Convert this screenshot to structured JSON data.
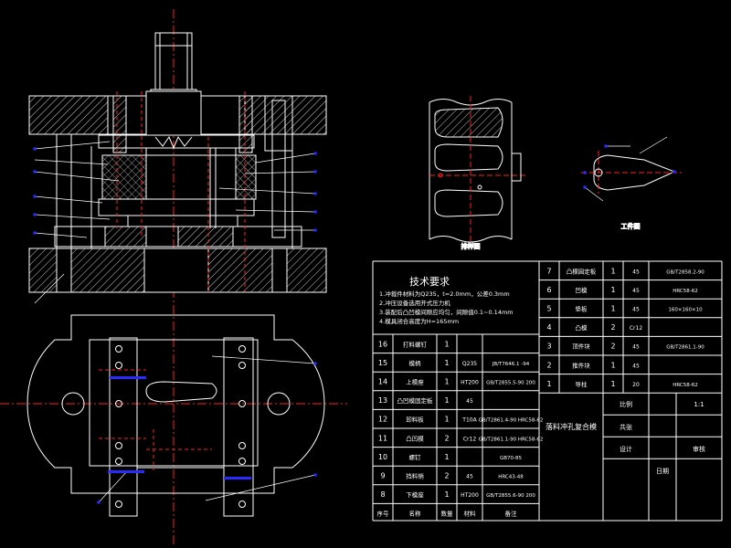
{
  "colors": {
    "background": "#000000",
    "outline": "#ffffff",
    "centerline": "#ff2020",
    "leader": "#ffffff",
    "marker": "#2a2aff",
    "hatch": "#ffffff"
  },
  "views": {
    "strip_layout_caption": "排样图",
    "part_caption": "工件图"
  },
  "tech": {
    "title": "技术要求",
    "lines": [
      "1.冲裁件材料为Q235，t=2.0mm，公差0.3mm",
      "2.冲压设备选用开式压力机",
      "3.装配后凸凹模间隙应均匀，间隙值0.1~0.14mm",
      "4.模具闭合高度为H=165mm"
    ]
  },
  "bom_left": [
    {
      "no": "16",
      "name": "打料螺钉",
      "qty": "1",
      "mat": "",
      "spec": ""
    },
    {
      "no": "15",
      "name": "模柄",
      "qty": "1",
      "mat": "Q235",
      "spec": "JB/T7646.1\n-94"
    },
    {
      "no": "14",
      "name": "上模座",
      "qty": "1",
      "mat": "HT200",
      "spec": "GB/T2855.5-90\n200"
    },
    {
      "no": "13",
      "name": "凸凹模固定板",
      "qty": "1",
      "mat": "45",
      "spec": ""
    },
    {
      "no": "12",
      "name": "卸料板",
      "qty": "1",
      "mat": "T10A",
      "spec": "GB/T2861.4-90\nHRC58-62"
    },
    {
      "no": "11",
      "name": "凸凹模",
      "qty": "2",
      "mat": "Cr12",
      "spec": "GB/T2861.1-90\nHRC58-62"
    },
    {
      "no": "10",
      "name": "螺钉",
      "qty": "1",
      "mat": "",
      "spec": "GB70-85"
    },
    {
      "no": "9",
      "name": "挡料销",
      "qty": "2",
      "mat": "45",
      "spec": "HRC43-48"
    },
    {
      "no": "8",
      "name": "下模座",
      "qty": "1",
      "mat": "HT200",
      "spec": "GB/T2855.6-90\n200"
    }
  ],
  "bom_left_header": {
    "no": "序号",
    "name": "名称",
    "qty": "数量",
    "mat": "材料",
    "spec": "备注"
  },
  "bom_right": [
    {
      "no": "7",
      "name": "凸模固定板",
      "qty": "1",
      "mat": "45",
      "spec": "GB/T2858.2-90"
    },
    {
      "no": "6",
      "name": "凹模",
      "qty": "1",
      "mat": "45",
      "spec": "HRC58-62"
    },
    {
      "no": "5",
      "name": "垫板",
      "qty": "1",
      "mat": "45",
      "spec": "160×160×10"
    },
    {
      "no": "4",
      "name": "凸模",
      "qty": "2",
      "mat": "Cr12",
      "spec": ""
    },
    {
      "no": "3",
      "name": "顶件块",
      "qty": "2",
      "mat": "45",
      "spec": "GB/T2861.1-90"
    },
    {
      "no": "2",
      "name": "推件块",
      "qty": "1",
      "mat": "45",
      "spec": ""
    },
    {
      "no": "1",
      "name": "导柱",
      "qty": "1",
      "mat": "20",
      "spec": "HRC58-62"
    }
  ],
  "title_block": {
    "drawing_name": "落料冲孔复合模",
    "scale_label": "比例",
    "scale": "1:1",
    "sheet_label": "共张",
    "designer_label": "设计",
    "checker_label": "审核",
    "date_label": "日期"
  }
}
